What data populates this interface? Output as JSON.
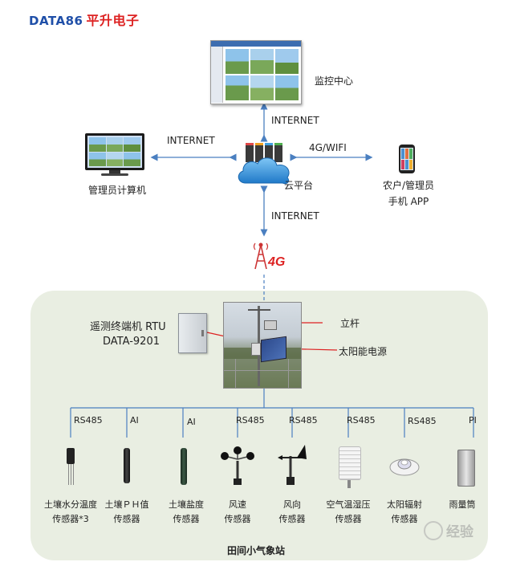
{
  "brand": {
    "name": "DATA86",
    "cn": "平升电子"
  },
  "nodes": {
    "monitor_center": "监控中心",
    "admin_pc": "管理员计算机",
    "cloud": "云平台",
    "mobile_line1": "农户/管理员",
    "mobile_line2": "手机 APP",
    "badge_4g": "4G"
  },
  "links": {
    "top": "INTERNET",
    "left": "INTERNET",
    "right": "4G/WIFI",
    "bottom": "INTERNET"
  },
  "station": {
    "rtu_line1": "遥测终端机 RTU",
    "rtu_line2": "DATA-9201",
    "pole": "立杆",
    "solar": "太阳能电源",
    "title": "田间小气象站"
  },
  "sensors": [
    {
      "bus": "RS485",
      "line1": "土壤水分温度",
      "line2": "传感器*3"
    },
    {
      "bus": "AI",
      "line1": "土壤ＰＨ值",
      "line2": "传感器"
    },
    {
      "bus": "AI",
      "line1": "土壤盐度",
      "line2": "传感器"
    },
    {
      "bus": "RS485",
      "line1": "风速",
      "line2": "传感器"
    },
    {
      "bus": "RS485",
      "line1": "风向",
      "line2": "传感器"
    },
    {
      "bus": "RS485",
      "line1": "空气温湿压",
      "line2": "传感器"
    },
    {
      "bus": "RS485",
      "line1": "太阳辐射",
      "line2": "传感器"
    },
    {
      "bus": "PI",
      "line1": "雨量筒",
      "line2": ""
    }
  ],
  "watermark": "经验"
}
